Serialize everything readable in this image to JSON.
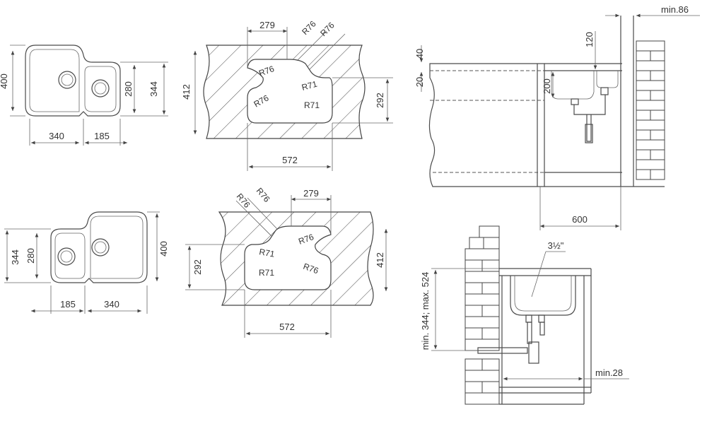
{
  "sink_top_1": {
    "d400": "400",
    "d280": "280",
    "d344": "344",
    "d340": "340",
    "d185": "185"
  },
  "cutout_top_1": {
    "d279": "279",
    "d412": "412",
    "d292": "292",
    "d572": "572",
    "r76a": "R76",
    "r76b": "R76",
    "r76c": "R76",
    "r76d": "R76",
    "r71a": "R71",
    "r71b": "R71"
  },
  "sink_bottom_1": {
    "d344": "344",
    "d280": "280",
    "d400": "400",
    "d185": "185",
    "d340": "340"
  },
  "cutout_bottom_1": {
    "d279": "279",
    "d412": "412",
    "d292": "292",
    "d572": "572",
    "r76a": "R76",
    "r76b": "R76",
    "r76c": "R76",
    "r76d": "R76",
    "r71a": "R71",
    "r71b": "R71"
  },
  "section_top": {
    "d40": "40",
    "d20": "20",
    "d200": "200",
    "d120": "120",
    "d600": "600",
    "min86": "min.86"
  },
  "section_bottom": {
    "pipe": "3½\"",
    "height": "min. 344; max. 524",
    "min28": "min.28"
  }
}
